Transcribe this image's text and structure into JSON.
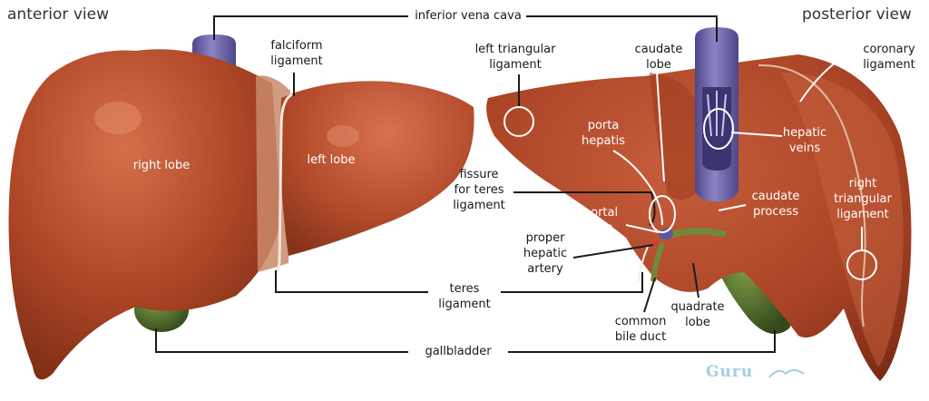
{
  "views": {
    "anterior": "anterior view",
    "posterior": "posterior view"
  },
  "labels": {
    "inferior_vena_cava": "inferior vena cava",
    "falciform_ligament": "falciform\nligament",
    "right_lobe": "right lobe",
    "left_lobe": "left lobe",
    "left_triangular_ligament": "left triangular\nligament",
    "caudate_lobe": "caudate\nlobe",
    "coronary_ligament": "coronary\nligament",
    "porta_hepatis": "porta\nhepatis",
    "hepatic_veins": "hepatic\nveins",
    "fissure_for_teres_ligament": "fissure\nfor teres\nligament",
    "caudate_process": "caudate\nprocess",
    "right_triangular_ligament": "right\ntriangular\nligament",
    "portal_vein": "portal\nvein",
    "proper_hepatic_artery": "proper\nhepatic\nartery",
    "teres_ligament": "teres\nligament",
    "common_bile_duct": "common\nbile duct",
    "quadrate_lobe": "quadrate\nlobe",
    "gallbladder": "gallbladder"
  },
  "watermark": "Guru",
  "colors": {
    "liver": "#b24a2b",
    "liver_dark": "#8a3318",
    "liver_light": "#cf6a47",
    "vena_cava": "#6e66a8",
    "gallbladder": "#4f6b2a",
    "line_dark": "#1a1a1a",
    "line_light": "#ffffff"
  }
}
